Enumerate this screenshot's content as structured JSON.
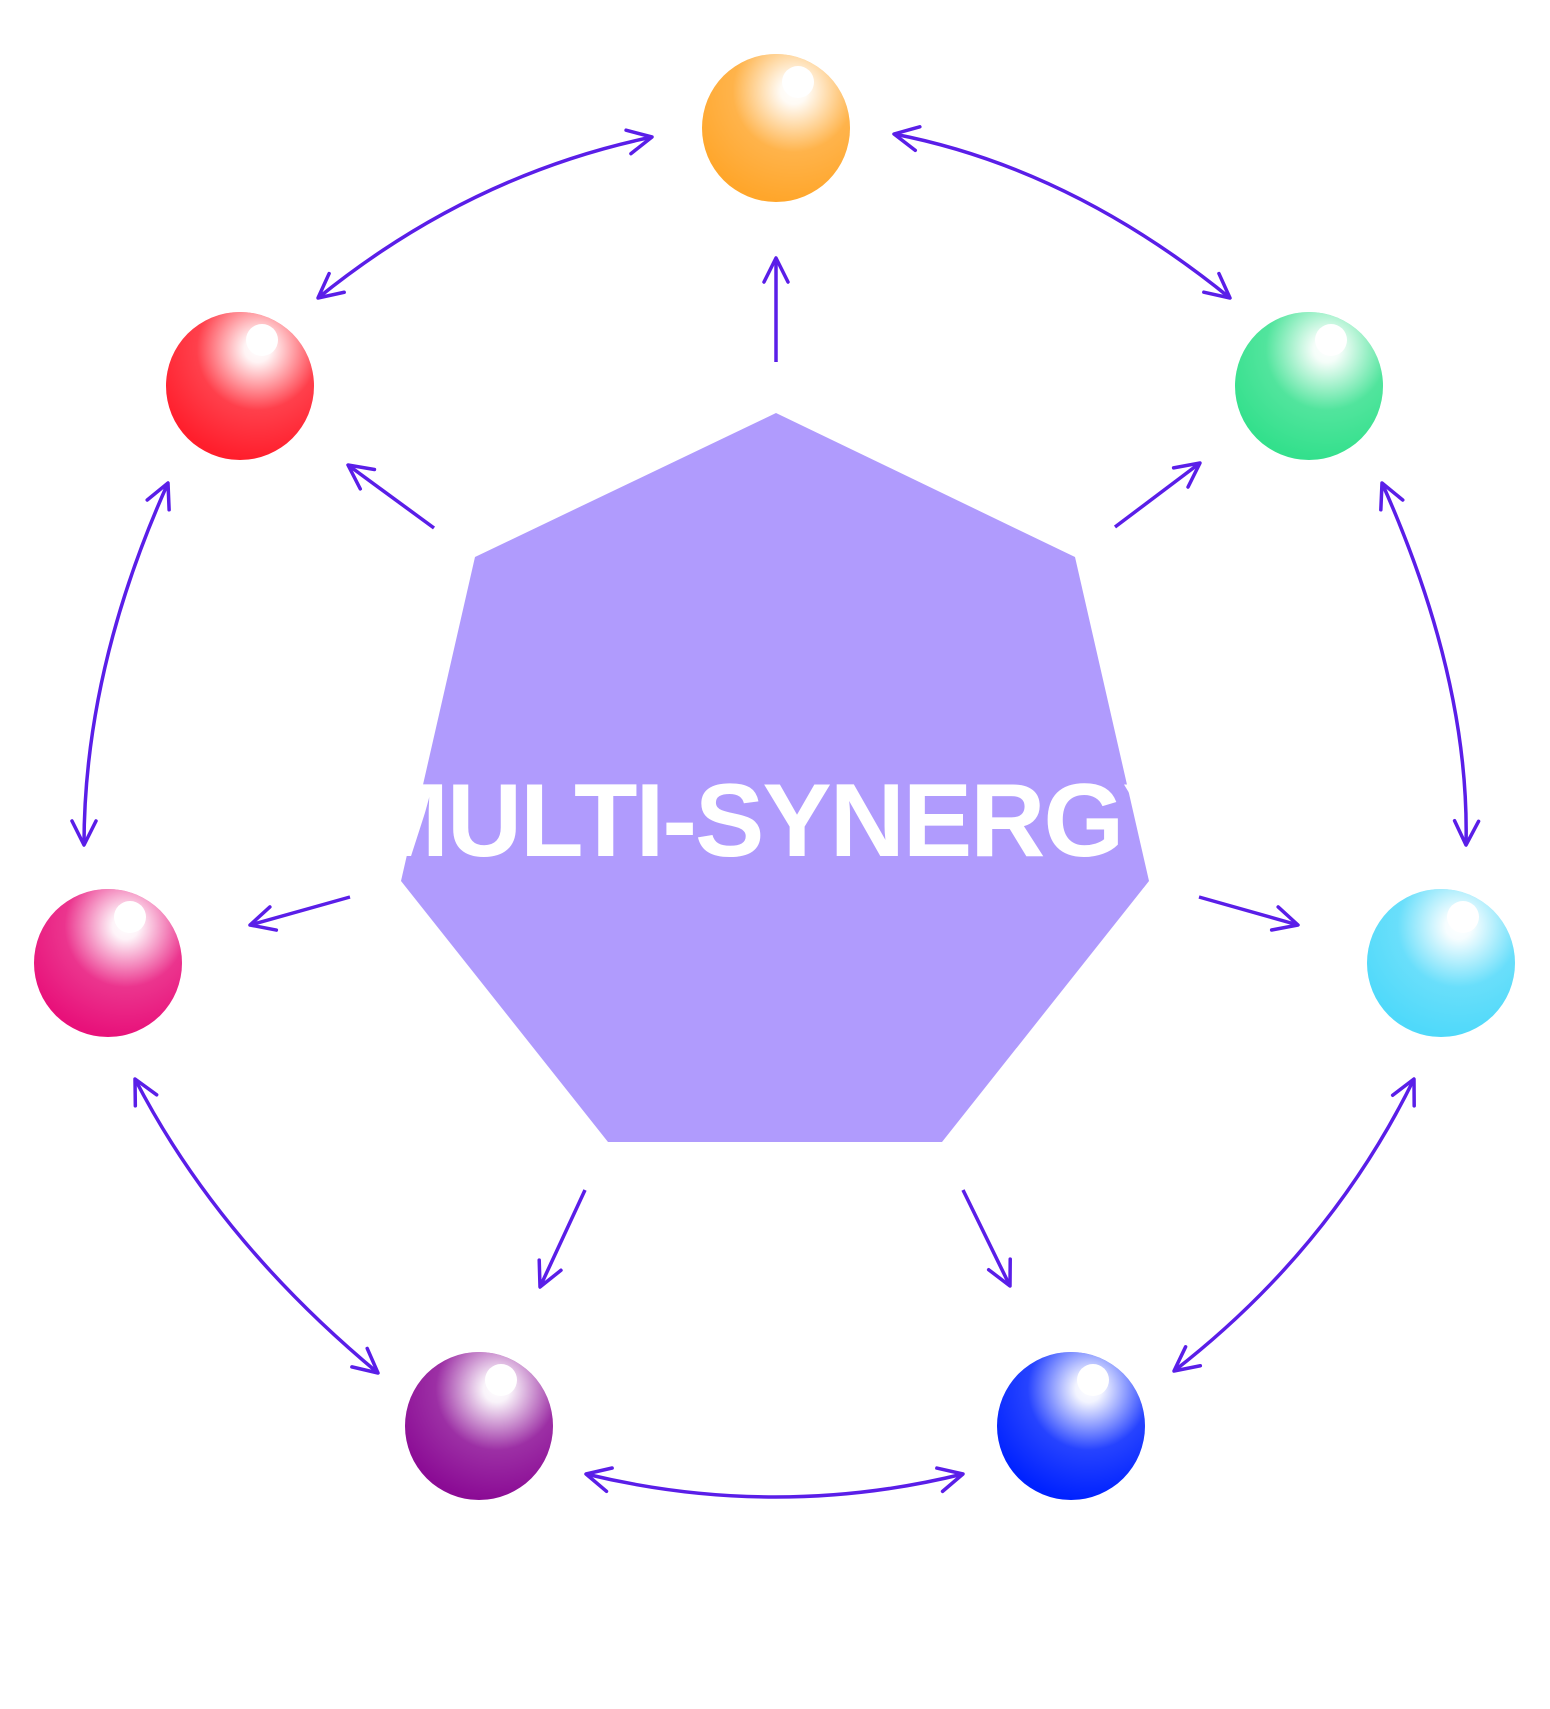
{
  "diagram": {
    "center": {
      "label": "MULTI-SYNERGY",
      "shape": "heptagon",
      "color": "#b09bfd"
    },
    "arrow_color": "#5a1ee8",
    "nodes": [
      {
        "id": "orange",
        "name": "orange-sphere",
        "color": "#ffa62b"
      },
      {
        "id": "green",
        "name": "green-sphere",
        "color": "#33e08c"
      },
      {
        "id": "cyan",
        "name": "cyan-sphere",
        "color": "#4fd9fa"
      },
      {
        "id": "blue",
        "name": "blue-sphere",
        "color": "#0022ff"
      },
      {
        "id": "purple",
        "name": "purple-sphere",
        "color": "#8b0b95"
      },
      {
        "id": "pink",
        "name": "pink-sphere",
        "color": "#e8117a"
      },
      {
        "id": "red",
        "name": "red-sphere",
        "color": "#ff1e2c"
      }
    ],
    "center_to_node_arrows": [
      "orange",
      "green",
      "cyan",
      "blue",
      "purple",
      "pink",
      "red"
    ],
    "ring_links_bidirectional": [
      [
        "orange",
        "green"
      ],
      [
        "green",
        "cyan"
      ],
      [
        "cyan",
        "blue"
      ],
      [
        "blue",
        "purple"
      ],
      [
        "purple",
        "pink"
      ],
      [
        "pink",
        "red"
      ],
      [
        "red",
        "orange"
      ]
    ]
  }
}
